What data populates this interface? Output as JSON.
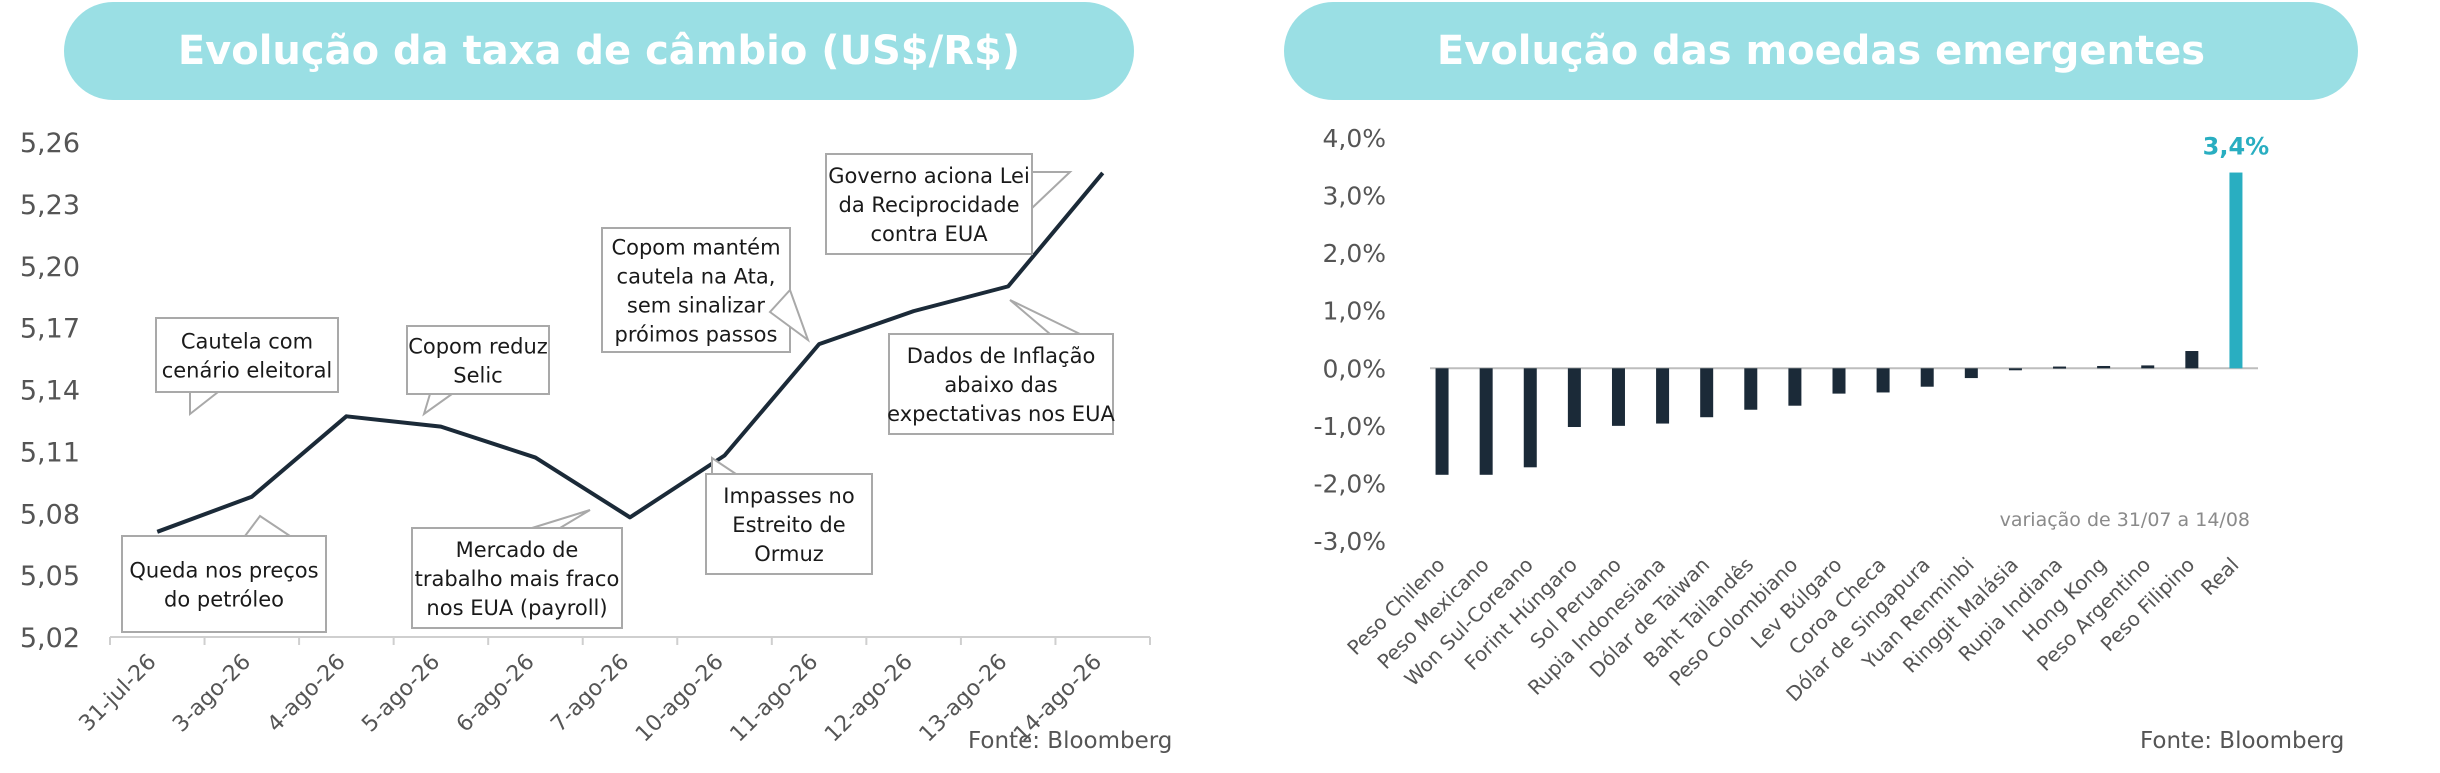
{
  "left_title": "Evolução da taxa de câmbio (US$/R$)",
  "right_title": "Evolução das moedas emergentes",
  "left_source": "Fonte: Bloomberg",
  "right_source": "Fonte: Bloomberg",
  "colors": {
    "title_bg": "#9adfe4",
    "line": "#1b2a38",
    "bar_dark": "#1b2a38",
    "bar_highlight": "#29aec1"
  },
  "chart_data": [
    {
      "type": "line",
      "title": "Evolução da taxa de câmbio (US$/R$)",
      "categories": [
        "31-jul-26",
        "3-ago-26",
        "4-ago-26",
        "5-ago-26",
        "6-ago-26",
        "7-ago-26",
        "10-ago-26",
        "11-ago-26",
        "12-ago-26",
        "13-ago-26",
        "14-ago-26"
      ],
      "values": [
        5.071,
        5.088,
        5.127,
        5.122,
        5.107,
        5.078,
        5.108,
        5.162,
        5.178,
        5.19,
        5.245
      ],
      "ylim": [
        5.02,
        5.26
      ],
      "yticks": [
        "5,02",
        "5,05",
        "5,08",
        "5,11",
        "5,14",
        "5,17",
        "5,20",
        "5,23",
        "5,26"
      ],
      "annotations": [
        {
          "lines": [
            "Queda nos preços",
            "do petróleo"
          ],
          "point": 1
        },
        {
          "lines": [
            "Cautela com",
            "cenário eleitoral"
          ],
          "point": 2
        },
        {
          "lines": [
            "Copom reduz",
            "Selic"
          ],
          "point": 3
        },
        {
          "lines": [
            "Mercado de",
            "trabalho mais fraco",
            "nos EUA (payroll)"
          ],
          "point": 5
        },
        {
          "lines": [
            "Impasses no",
            "Estreito de",
            "Ormuz"
          ],
          "point": 6
        },
        {
          "lines": [
            "Copom mantém",
            "cautela na Ata,",
            "sem sinalizar",
            "próimos passos"
          ],
          "point": 7
        },
        {
          "lines": [
            "Dados de Inflação",
            "abaixo das",
            "expectativas nos EUA"
          ],
          "point": 9
        },
        {
          "lines": [
            "Governo aciona Lei",
            "da Reciprocidade",
            "contra EUA"
          ],
          "point": 10
        }
      ]
    },
    {
      "type": "bar",
      "title": "Evolução das moedas emergentes",
      "categories": [
        "Peso Chileno",
        "Peso Mexicano",
        "Won Sul-Coreano",
        "Forint Húngaro",
        "Sol Peruano",
        "Rupia Indonesiana",
        "Dólar de Taiwan",
        "Baht Tailandês",
        "Peso Colombiano",
        "Lev Búlgaro",
        "Coroa Checa",
        "Dólar de Singapura",
        "Yuan Renminbi",
        "Ringgit Malásia",
        "Rupia Indiana",
        "Hong Kong",
        "Peso Argentino",
        "Peso Filipino",
        "Real"
      ],
      "values": [
        -1.85,
        -1.85,
        -1.72,
        -1.02,
        -1.0,
        -0.96,
        -0.85,
        -0.72,
        -0.65,
        -0.44,
        -0.42,
        -0.32,
        -0.17,
        -0.01,
        0.03,
        0.04,
        0.05,
        0.3,
        3.4
      ],
      "ylim": [
        -3.0,
        4.0
      ],
      "yticks": [
        "-3,0%",
        "-2,0%",
        "-1,0%",
        "0,0%",
        "1,0%",
        "2,0%",
        "3,0%",
        "4,0%"
      ],
      "highlight_label": "3,4%",
      "note": "variação de 31/07 a 14/08"
    }
  ]
}
